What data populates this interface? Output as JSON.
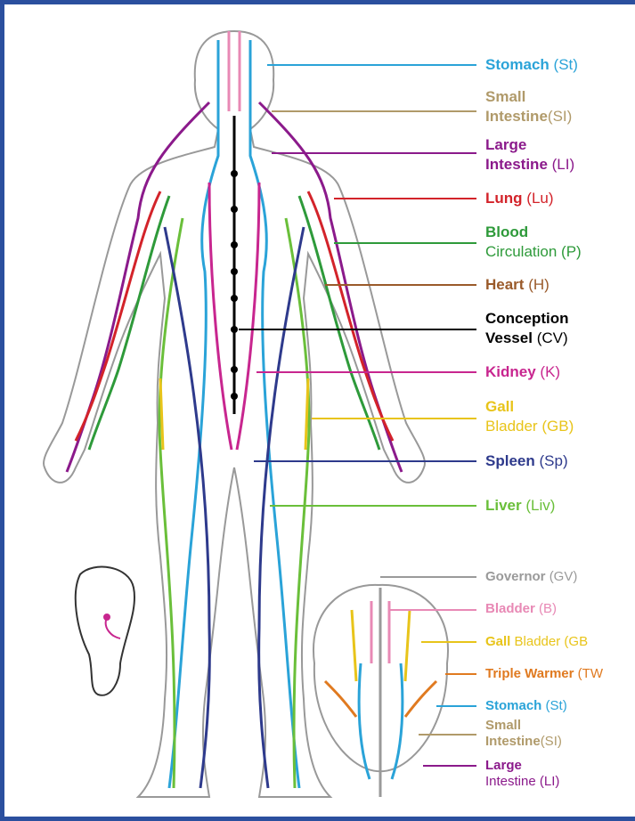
{
  "colors": {
    "frame": "#2b4f9e",
    "stomach": "#2aa3d8",
    "small_intestine": "#b09a6a",
    "large_intestine": "#8b1a8b",
    "lung": "#d3232a",
    "blood_circulation": "#2e9a3a",
    "heart": "#9a5a2a",
    "conception_vessel": "#000000",
    "kidney": "#c8268f",
    "gall_bladder": "#e8c41a",
    "spleen": "#2e3a8c",
    "liver": "#6abf3a",
    "governor": "#9a9a9a",
    "bladder": "#e889b5",
    "triple_warmer": "#e07a20"
  },
  "body_labels": [
    {
      "id": "stomach",
      "bold": "Stomach",
      "abbr": "(St)"
    },
    {
      "id": "small-intestine",
      "bold": "Small",
      "bold2": "Intestine",
      "abbr": "(SI)"
    },
    {
      "id": "large-intestine",
      "bold": "Large",
      "bold2": "Intestine",
      "abbr": "(LI)"
    },
    {
      "id": "lung",
      "bold": "Lung",
      "abbr": "(Lu)"
    },
    {
      "id": "blood-circulation",
      "bold": "Blood",
      "line2": "Circulation",
      "abbr": "(P)"
    },
    {
      "id": "heart",
      "bold": "Heart",
      "abbr": "(H)"
    },
    {
      "id": "conception-vessel",
      "bold": "Conception",
      "bold2": "Vessel",
      "abbr": "(CV)"
    },
    {
      "id": "kidney",
      "bold": "Kidney",
      "abbr": "(K)"
    },
    {
      "id": "gall-bladder",
      "bold": "Gall",
      "line2": "Bladder",
      "abbr": "(GB)"
    },
    {
      "id": "spleen",
      "bold": "Spleen",
      "abbr": "(Sp)"
    },
    {
      "id": "liver",
      "bold": "Liver",
      "abbr": "(Liv)"
    }
  ],
  "head_labels": [
    {
      "id": "governor",
      "bold": "Governor",
      "abbr": "(GV)"
    },
    {
      "id": "bladder",
      "bold": "Bladder",
      "abbr": "(B)"
    },
    {
      "id": "gall-bladder-head",
      "bold": "Gall",
      "rest": "Bladder",
      "abbr": "(GB"
    },
    {
      "id": "triple-warmer",
      "bold": "Triple Warmer",
      "abbr": "(TW"
    },
    {
      "id": "stomach-head",
      "bold": "Stomach",
      "abbr": "(St)"
    },
    {
      "id": "small-intestine-head",
      "bold": "Small",
      "bold2": "Intestine",
      "abbr": "(SI)"
    },
    {
      "id": "large-intestine-head",
      "bold": "Large",
      "line2": "Intestine",
      "abbr": "(LI)"
    }
  ]
}
